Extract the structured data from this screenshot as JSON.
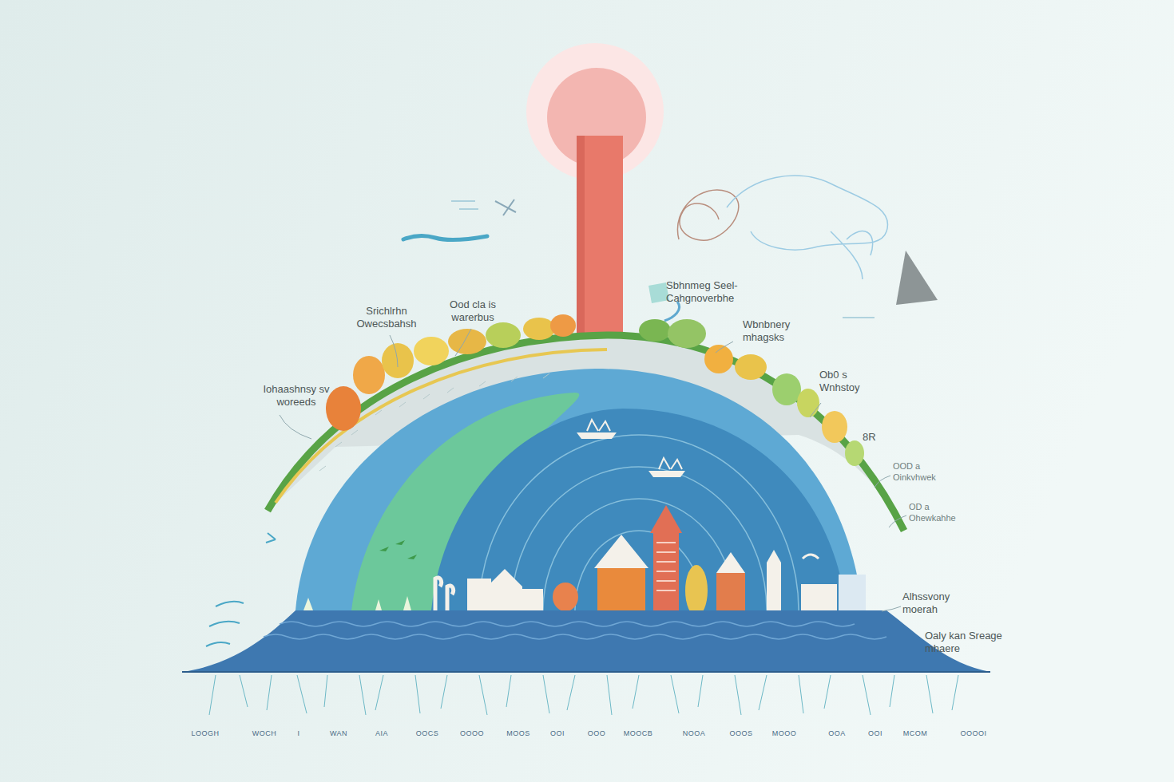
{
  "diagram": {
    "labels": [
      "Sbhnmeg Seel- Cahgnoverbhe",
      "Srichlrhn Owecsbahsh",
      "Ood cla is warerbus",
      "Wbnbnery mhagsks",
      "Iohaashnsy sv woreeds",
      "Ob0 s Wnhstoy",
      "8R",
      "OOD a Oinkvhwek",
      "OD a Ohewkahhe",
      "Alhssvony moerah",
      "Oaly kan Sreage mhaere",
      "LOOGH",
      "WOCH",
      "I",
      "WAN",
      "AIA",
      "OOCS",
      "OOOO",
      "MOOS",
      "OOI",
      "OOO",
      "MOOCB",
      "NOOA",
      "OOOS",
      "MOOO",
      "OOA",
      "OOI",
      "MCOM",
      "OOOOI"
    ]
  }
}
